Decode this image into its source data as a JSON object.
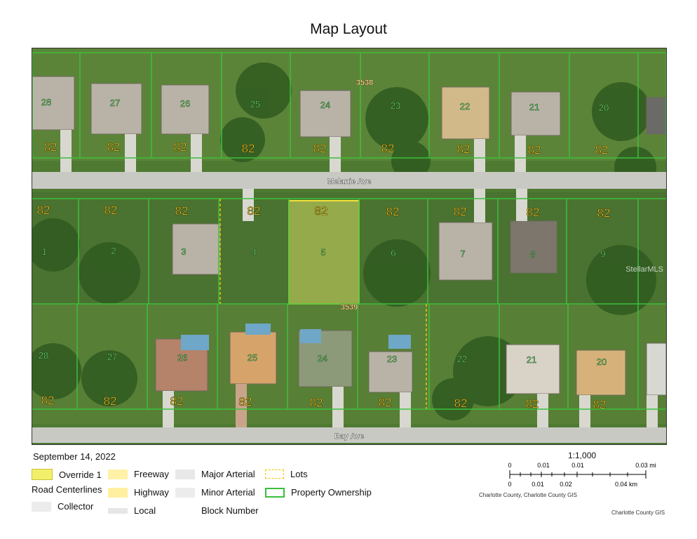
{
  "title": "Map Layout",
  "date": "September 14, 2022",
  "streets": {
    "north": "Melanie Ave",
    "south": "Bay Ave"
  },
  "address_labels": {
    "top": "3538",
    "middle": "3539"
  },
  "watermark": "StellarMLS",
  "parcels_top": [
    "28",
    "27",
    "26",
    "25",
    "24",
    "23",
    "22",
    "21",
    "20"
  ],
  "parcels_middle": [
    "1",
    "2",
    "3",
    "4",
    "5",
    "6",
    "7",
    "8",
    "9"
  ],
  "parcels_bottom": [
    "28",
    "27",
    "26",
    "25",
    "24",
    "23",
    "22",
    "21",
    "20"
  ],
  "block_number": "82",
  "selected_parcel": "5",
  "legend": {
    "override": "Override 1",
    "road_centerlines": "Road Centerlines",
    "collector": "Collector",
    "freeway": "Freeway",
    "highway": "Highway",
    "local": "Local",
    "major_arterial": "Major Arterial",
    "minor_arterial": "Minor Arterial",
    "block_number": "Block Number",
    "lots": "Lots",
    "property_ownership": "Property Ownership"
  },
  "scale": {
    "ratio": "1:1,000",
    "mi_ticks": [
      "0",
      "0.01",
      "0.01",
      "0.03 mi"
    ],
    "km_ticks": [
      "0",
      "0.01",
      "0.02",
      "0.04 km"
    ]
  },
  "credits": {
    "source": "Charlotte County, Charlotte County GIS",
    "gis": "Charlotte County GIS"
  },
  "colors": {
    "parcel_line": "#3cbf3c",
    "selected": "#f2f06a",
    "block_number": "#ffe033",
    "road": "#cfcfcf"
  }
}
